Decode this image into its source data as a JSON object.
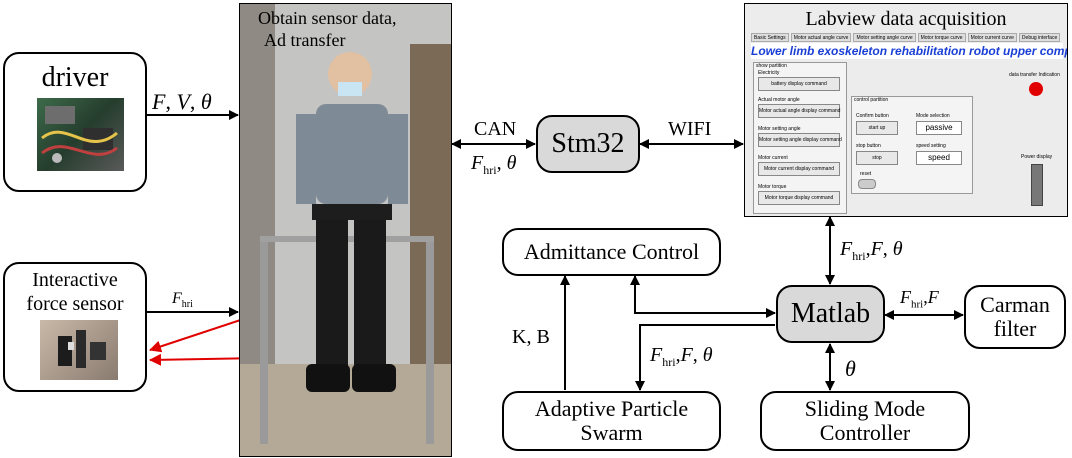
{
  "driver": {
    "label": "driver"
  },
  "force_sensor": {
    "label_line1": "Interactive",
    "label_line2": "force sensor"
  },
  "photo": {
    "title_line1": "Obtain sensor data,",
    "title_line2": "Ad transfer"
  },
  "stm32": {
    "label": "Stm32"
  },
  "labview": {
    "title": "Labview data acquisition",
    "tabs": [
      "Basic Settings",
      "Motor actual angle curve",
      "Motor setting angle curve",
      "Motor torque curve",
      "Motor current curve",
      "Debug interface"
    ],
    "banner": "Lower limb exoskeleton rehabilitation robot  upper computer",
    "show_partition": "show partition",
    "left_items": [
      {
        "label": "Electricity",
        "button": "battery display command"
      },
      {
        "label": "Actual motor angle",
        "button": "Motor actual angle display command"
      },
      {
        "label": "Motor setting angle",
        "button": "Motor setting angle display command"
      },
      {
        "label": "Motor current",
        "button": "Motor current display command"
      },
      {
        "label": "Motor torque",
        "button": "Motor torque display command"
      }
    ],
    "control_partition": "control partition",
    "confirm_button_label": "Confirm button",
    "start_up": "start up",
    "mode_selection_label": "Mode selection",
    "mode_value": "passive",
    "stop_button_label": "stop button",
    "stop": "stop",
    "speed_setting_label": "speed setting",
    "speed_value": "speed",
    "reset": "reset",
    "data_transfer_indication": "data transfer Indication",
    "power_display": "Power display"
  },
  "admittance": {
    "label": "Admittance Control"
  },
  "matlab": {
    "label": "Matlab"
  },
  "carman": {
    "label_line1": "Carman",
    "label_line2": "filter"
  },
  "apso": {
    "label_line1": "Adaptive Particle",
    "label_line2": "Swarm"
  },
  "smc": {
    "label_line1": "Sliding Mode",
    "label_line2": "Controller"
  },
  "edges": {
    "driver_to_photo": {
      "F": "F",
      "sep1": ", ",
      "V": "V",
      "sep2": ", ",
      "theta": "θ"
    },
    "can": "CAN",
    "can_sub": {
      "F": "F",
      "sub": "hri",
      "sep": ", ",
      "theta": "θ"
    },
    "wifi": "WIFI",
    "sensor_to_photo": {
      "F": "F",
      "sub": "hri"
    },
    "labview_matlab": {
      "F": "F",
      "sub": "hri",
      "sep1": ",",
      "F2": "F",
      "sep2": ", ",
      "theta": "θ"
    },
    "matlab_carman": {
      "F": "F",
      "sub": "hri",
      "sep": ",",
      "F2": "F"
    },
    "kb": "K, B",
    "matlab_apso": {
      "F": "F",
      "sub": "hri",
      "sep1": ",",
      "F2": "F",
      "sep2": ", ",
      "theta": "θ"
    },
    "matlab_smc": {
      "theta": "θ"
    }
  },
  "colors": {
    "gray_box": "#d9d9d9",
    "red_arrow": "#e00000",
    "banner_text": "#1a3fd6"
  }
}
